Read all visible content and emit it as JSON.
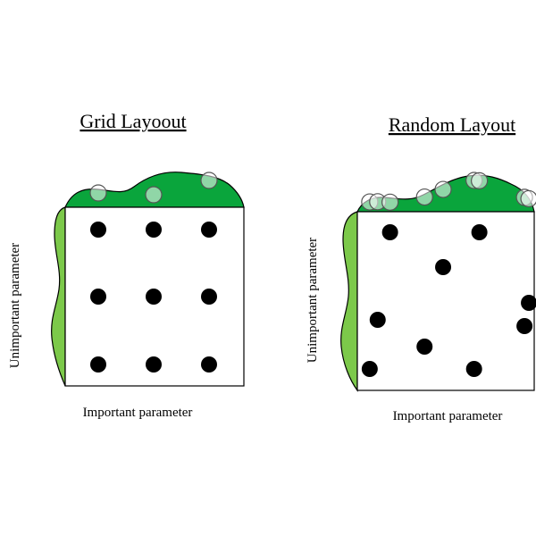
{
  "colors": {
    "top_distribution": "#0aa53c",
    "left_distribution": "#7cc94a",
    "sample_point": "#000000",
    "projection_point_stroke": "#555555"
  },
  "panels": [
    {
      "id": "grid",
      "title": "Grid Layoout",
      "xlabel": "Important parameter",
      "ylabel": "Unimportant parameter",
      "samples": [
        [
          0.185,
          0.875
        ],
        [
          0.495,
          0.875
        ],
        [
          0.805,
          0.875
        ],
        [
          0.185,
          0.5
        ],
        [
          0.495,
          0.5
        ],
        [
          0.805,
          0.5
        ],
        [
          0.185,
          0.12
        ],
        [
          0.495,
          0.12
        ],
        [
          0.805,
          0.12
        ]
      ],
      "projections": [
        0.185,
        0.495,
        0.805
      ]
    },
    {
      "id": "random",
      "title": "Random Layout",
      "xlabel": "Important parameter",
      "ylabel": "Unimportant parameter",
      "samples": [
        [
          0.185,
          0.885
        ],
        [
          0.69,
          0.885
        ],
        [
          0.485,
          0.69
        ],
        [
          0.97,
          0.49
        ],
        [
          0.115,
          0.395
        ],
        [
          0.945,
          0.36
        ],
        [
          0.38,
          0.245
        ],
        [
          0.07,
          0.12
        ],
        [
          0.66,
          0.12
        ]
      ],
      "projections": [
        0.07,
        0.115,
        0.185,
        0.38,
        0.485,
        0.66,
        0.69,
        0.945,
        0.97
      ]
    }
  ]
}
